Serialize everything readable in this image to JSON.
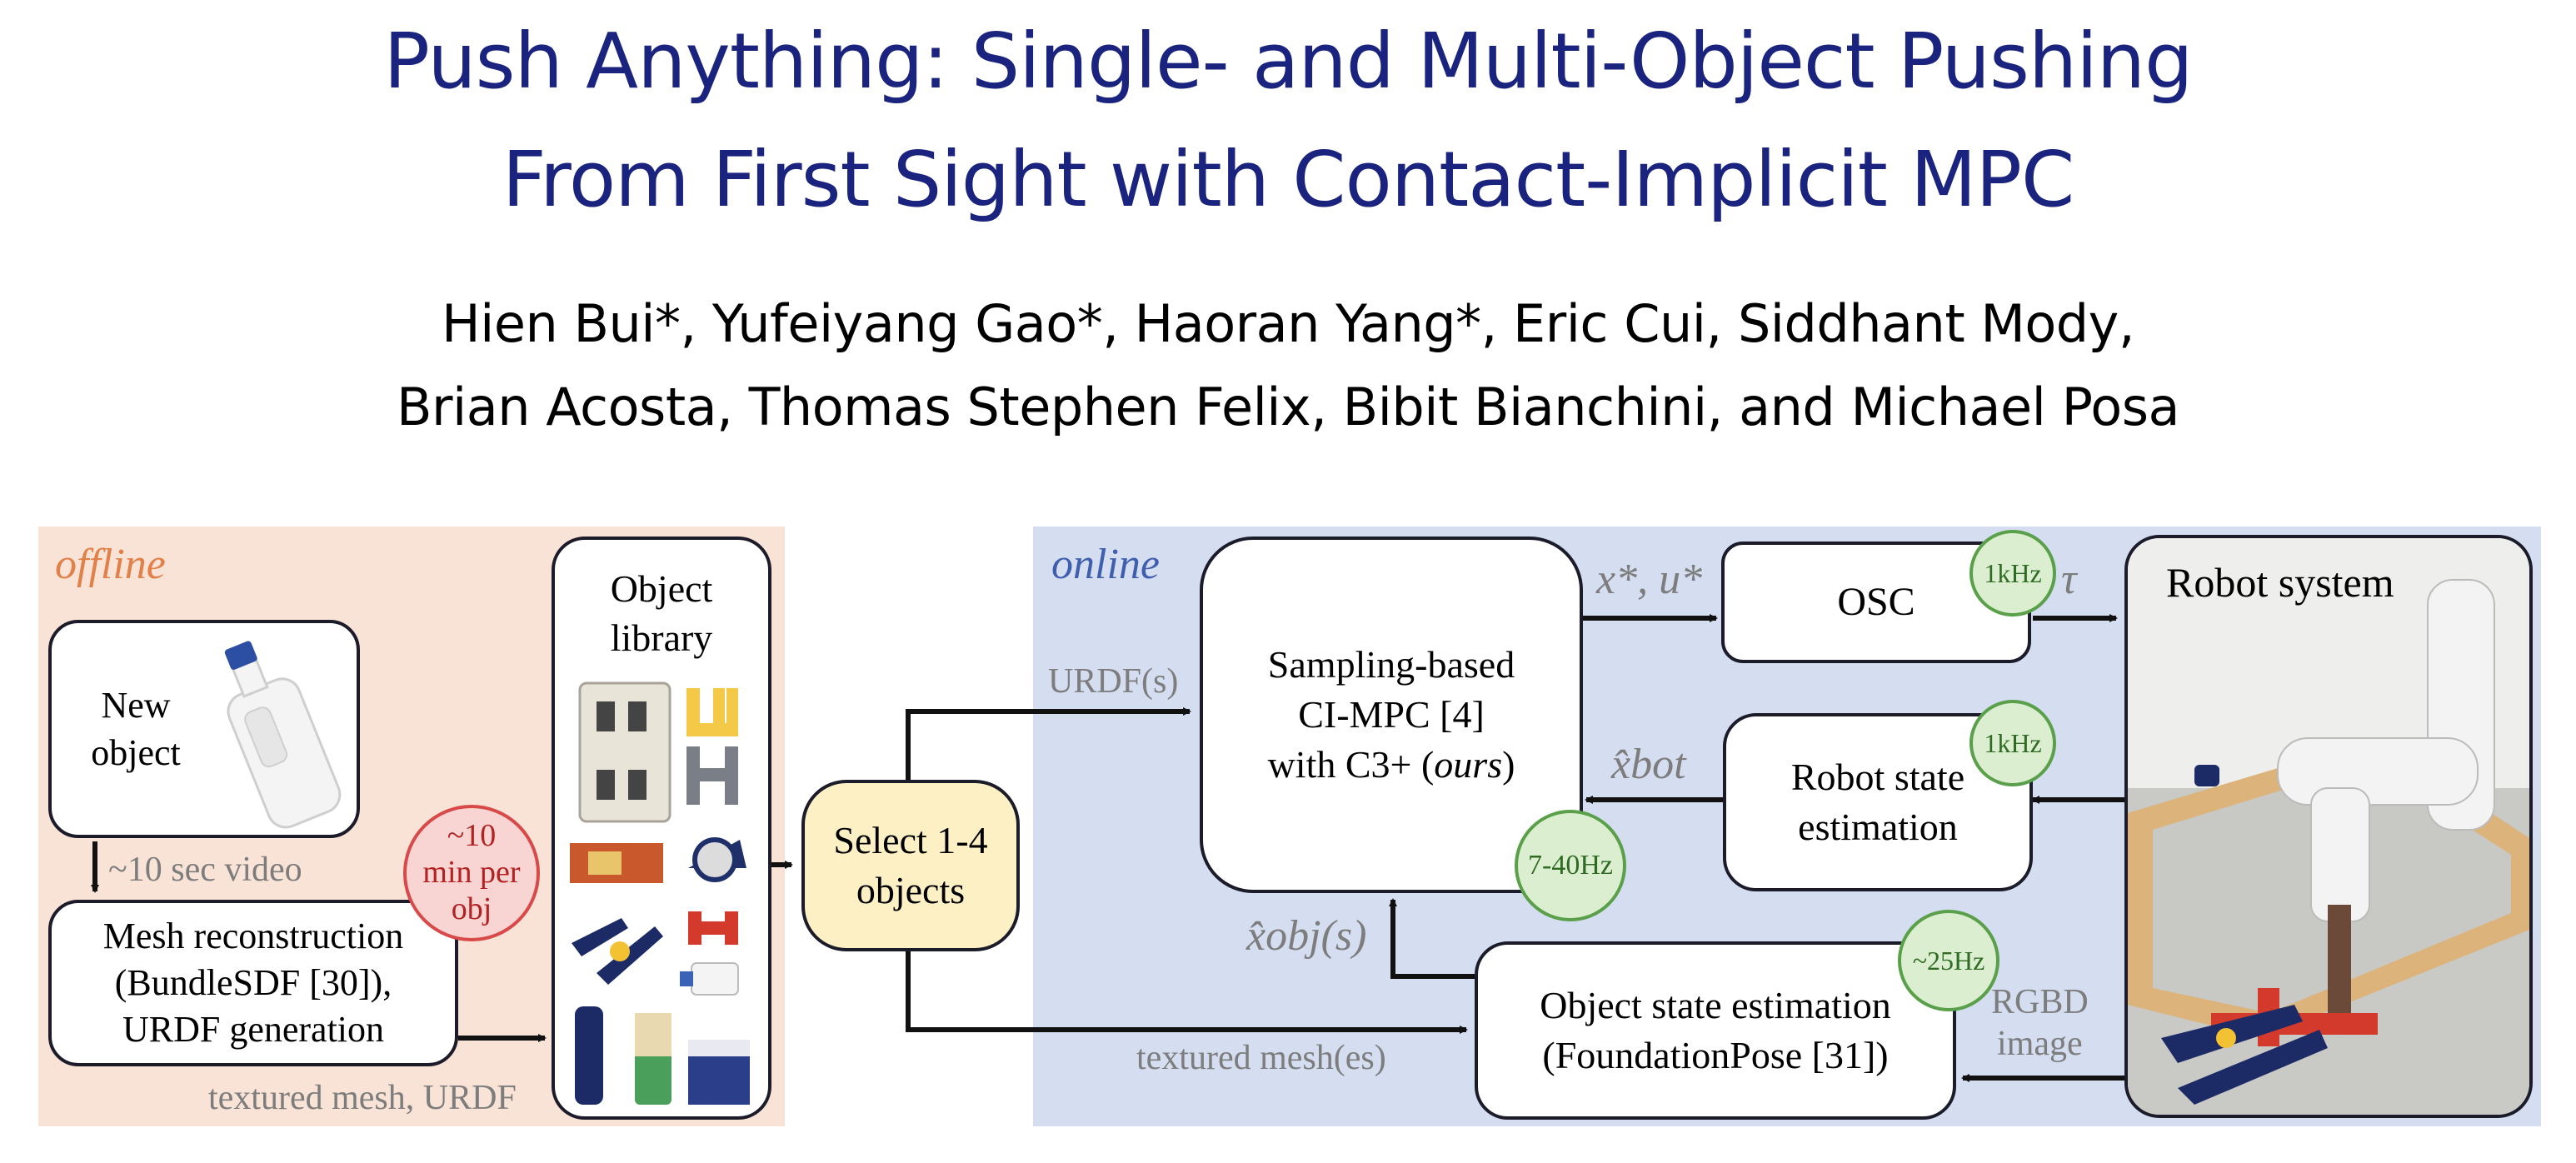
{
  "paper": {
    "title_line1": "Push Anything: Single- and Multi-Object Pushing",
    "title_line2": "From First Sight with Contact-Implicit MPC",
    "authors_line1": "Hien Bui*, Yufeiyang Gao*, Haoran Yang*, Eric Cui, Siddhant Mody,",
    "authors_line2": "Brian Acosta, Thomas Stephen Felix, Bibit Bianchini, and Michael Posa"
  },
  "diagram": {
    "offline": {
      "label": "offline",
      "new_object": "New object",
      "video_label": "~10 sec video",
      "mesh_box_line1": "Mesh reconstruction",
      "mesh_box_line2": "(BundleSDF [30]),",
      "mesh_box_line3": "URDF generation",
      "time_badge": "~10 min per obj",
      "textured_mesh_label": "textured mesh, URDF",
      "library_title": "Object library"
    },
    "select": {
      "label": "Select 1-4 objects"
    },
    "online": {
      "label": "online",
      "urdf_label": "URDF(s)",
      "mpc_line1": "Sampling-based",
      "mpc_line2": "CI-MPC [4]",
      "mpc_line3": "with C3+ (",
      "mpc_ours": "ours",
      "mpc_line3_end": ")",
      "mpc_badge": "7-40Hz",
      "xu_label": "x*, u*",
      "osc_label": "OSC",
      "osc_badge": "1kHz",
      "tau_label": "τ",
      "robot_state_line1": "Robot state",
      "robot_state_line2": "estimation",
      "robot_state_badge": "1kHz",
      "xbot_label": "x̂bot",
      "xobj_label": "x̂obj(s)",
      "obj_state_line1": "Object state estimation",
      "obj_state_line2": "(FoundationPose [31])",
      "obj_state_badge": "~25Hz",
      "rgbd_line1": "RGBD",
      "rgbd_line2": "image",
      "textured_meshes_label": "textured mesh(es)",
      "robot_system_label": "Robot system"
    },
    "colors": {
      "offline_bg": "#f9e3d6",
      "offline_text": "#e2804a",
      "online_bg": "#d4def0",
      "online_text": "#3f5fae",
      "title": "#1a237e",
      "select_bg": "#fdf0c4",
      "badge_green": "#dbeed0",
      "badge_red": "#f8d5d2"
    }
  }
}
